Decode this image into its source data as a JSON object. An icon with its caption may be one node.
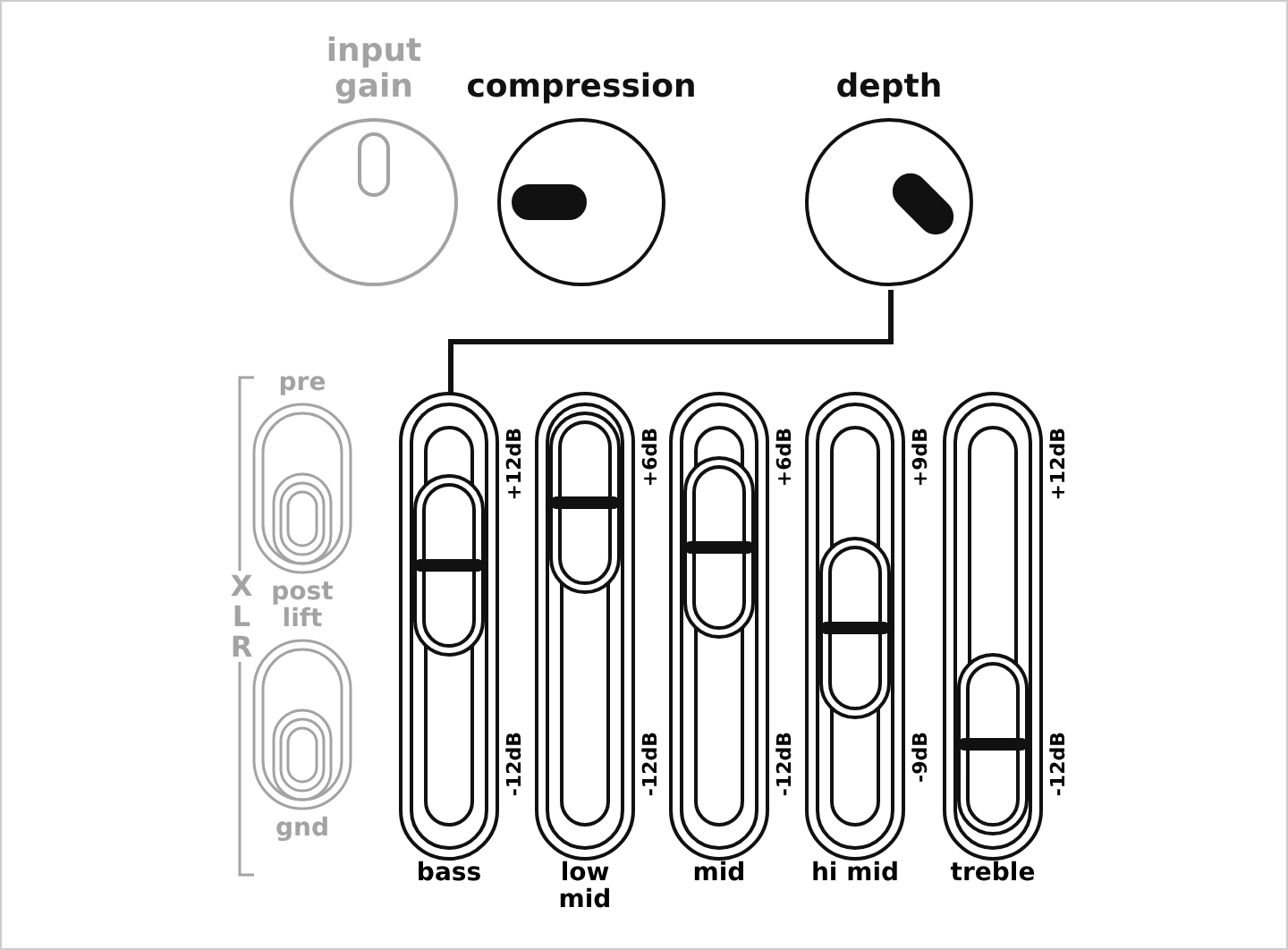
{
  "diagram": {
    "nodes": [
      {
        "text": [
          "input gain"
        ]
      },
      {
        "text": [
          "compression"
        ]
      },
      {
        "text": [
          "depth"
        ]
      },
      {
        "text": [
          "pre",
          "post"
        ]
      },
      {
        "text": [
          "lift",
          "gnd"
        ]
      },
      {
        "text": [
          "bass"
        ],
        "beside": [
          "+12dB",
          "-12dB"
        ]
      },
      {
        "text": [
          "low mid"
        ],
        "beside": [
          "+6dB",
          "-12dB"
        ]
      },
      {
        "text": [
          "mid"
        ],
        "beside": [
          "+6dB",
          "-12dB"
        ]
      },
      {
        "text": [
          "hi mid"
        ],
        "beside": [
          "+9dB",
          "-9dB"
        ]
      },
      {
        "text": [
          "treble"
        ],
        "beside": [
          "+12dB",
          "-12dB"
        ]
      }
    ],
    "edges": [
      {
        "from": 2,
        "to": 5,
        "arrow": "none"
      }
    ],
    "labels": [
      "X L R"
    ]
  }
}
